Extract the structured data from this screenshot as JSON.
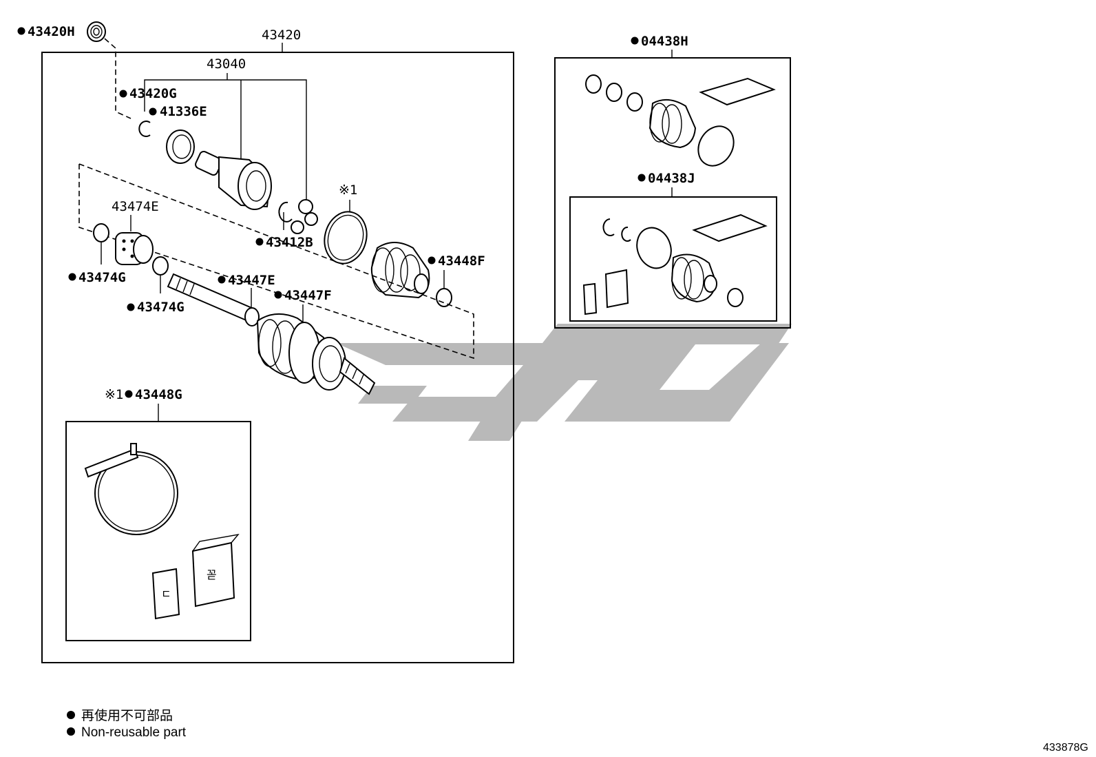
{
  "callouts": {
    "assy_43420": "43420",
    "joint_43040": "43040",
    "c_43420H": "43420H",
    "c_43420G": "43420G",
    "c_41336E": "41336E",
    "c_43474E": "43474E",
    "c_43412B": "43412B",
    "c_43474G_a": "43474G",
    "c_43474G_b": "43474G",
    "c_43447E": "43447E",
    "c_43447F": "43447F",
    "c_43448F": "43448F",
    "ref_x1": "※1",
    "c_43448G_prefix": "※1",
    "c_43448G": "43448G",
    "c_04438H": "04438H",
    "c_04438J": "04438J"
  },
  "legend": {
    "line_jp": "再使用不可部品",
    "line_en": "Non-reusable part"
  },
  "diagram_code": "433878G",
  "colors": {
    "line": "#000000",
    "watermark": "#b9b9b9"
  }
}
